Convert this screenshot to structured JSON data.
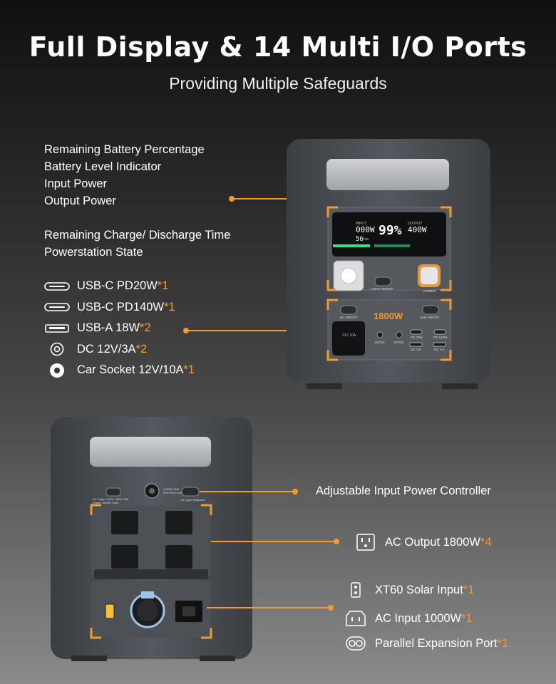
{
  "header": {
    "title": "Full Display & 14 Multi I/O Ports",
    "subtitle": "Providing Multiple Safeguards"
  },
  "display_features": [
    "Remaining Battery Percentage",
    "Battery Level Indicator",
    "Input Power",
    "Output Power",
    "Remaining Charge/ Discharge Time",
    "Powerstation State"
  ],
  "front_ports": [
    {
      "icon": "usb-c-icon",
      "label": "USB-C PD20W ",
      "note": "*1"
    },
    {
      "icon": "usb-c-icon",
      "label": "USB-C PD140W ",
      "note": "*1"
    },
    {
      "icon": "usb-a-icon",
      "label": "USB-A 18W",
      "note": "*2"
    },
    {
      "icon": "dc-port-icon",
      "label": "DC 12V/3A ",
      "note": "*2"
    },
    {
      "icon": "car-socket-icon",
      "label": "Car Socket 12V/10A ",
      "note": "*1"
    }
  ],
  "back_ports": {
    "input_controller": "Adjustable Input Power Controller",
    "ac_output": {
      "label": "AC Output 1800W ",
      "note": "*4",
      "icon": "ac-outlet-icon"
    },
    "xt60": {
      "label": "XT60 Solar Input ",
      "note": "*1",
      "icon": "xt60-icon"
    },
    "ac_input": {
      "label": "AC Input 1000W ",
      "note": "*1",
      "icon": "ac-input-icon"
    },
    "parallel": {
      "label": "Parallel Expansion Port ",
      "note": "*1",
      "icon": "parallel-port-icon"
    }
  },
  "device_front": {
    "lcd_input_label": "INPUT",
    "lcd_input_value": "000W",
    "lcd_percent": "99%",
    "lcd_output_label": "OUTPUT",
    "lcd_output_value": "400W",
    "lcd_time": "56",
    "lcd_time_unit": "hrs",
    "light_label": "LIGHT ON/OFF",
    "power_label": "POWER",
    "wattage": "1800W",
    "dc_label": "DC ON/OFF",
    "usb_label": "USB ON/OFF",
    "car_socket_label": "12V 10A",
    "dc1_label": "12V/3A",
    "dc2_label": "12V/3A",
    "pd20_label": "PD 20W",
    "pd140_label": "PD 140W",
    "qc1_label": "QC 3.0",
    "qc2_label": "QC 3.0"
  },
  "device_back": {
    "ac_output_label": "AC Output 120V~ 60Hz 15A (Rated 1800W Total)",
    "overload_label": "OVERLOAD PROTECTION",
    "regulator_label": "AC Input Regulator"
  },
  "colors": {
    "accent": "#f29a2e",
    "lcd_green": "#3ddc84",
    "device_body": "#4a4d52"
  }
}
